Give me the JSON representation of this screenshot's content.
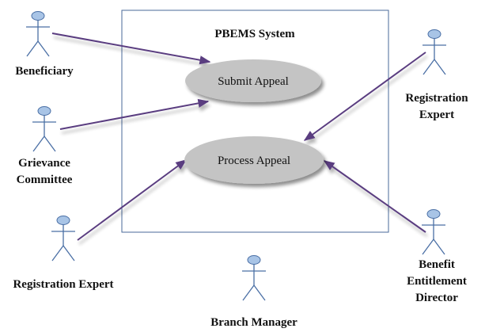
{
  "system": {
    "title": "PBEMS System"
  },
  "use_cases": [
    {
      "id": "submit",
      "label": "Submit Appeal"
    },
    {
      "id": "process",
      "label": "Process Appeal"
    }
  ],
  "actors": [
    {
      "id": "beneficiary",
      "lines": [
        "Beneficiary"
      ]
    },
    {
      "id": "grievance",
      "lines": [
        "Grievance",
        "Committee"
      ]
    },
    {
      "id": "regexp-left",
      "lines": [
        "Registration Expert"
      ]
    },
    {
      "id": "branch",
      "lines": [
        "Branch Manager"
      ]
    },
    {
      "id": "regexp-right",
      "lines": [
        "Registration",
        "Expert"
      ]
    },
    {
      "id": "benefit",
      "lines": [
        "Benefit",
        "Entitlement",
        "Director"
      ]
    }
  ],
  "associations": [
    {
      "from": "beneficiary",
      "to": "submit"
    },
    {
      "from": "grievance",
      "to": "submit"
    },
    {
      "from": "regexp-left",
      "to": "process"
    },
    {
      "from": "branch",
      "to": "process"
    },
    {
      "from": "regexp-right",
      "to": "process"
    },
    {
      "from": "benefit",
      "to": "process"
    }
  ],
  "colors": {
    "system_border": "#4a6a9a",
    "actor_stroke": "#4a6fa5",
    "actor_head_fill": "#a8c4e6",
    "use_case_fill": "#c4c4c4",
    "association": "#5a3d80"
  }
}
